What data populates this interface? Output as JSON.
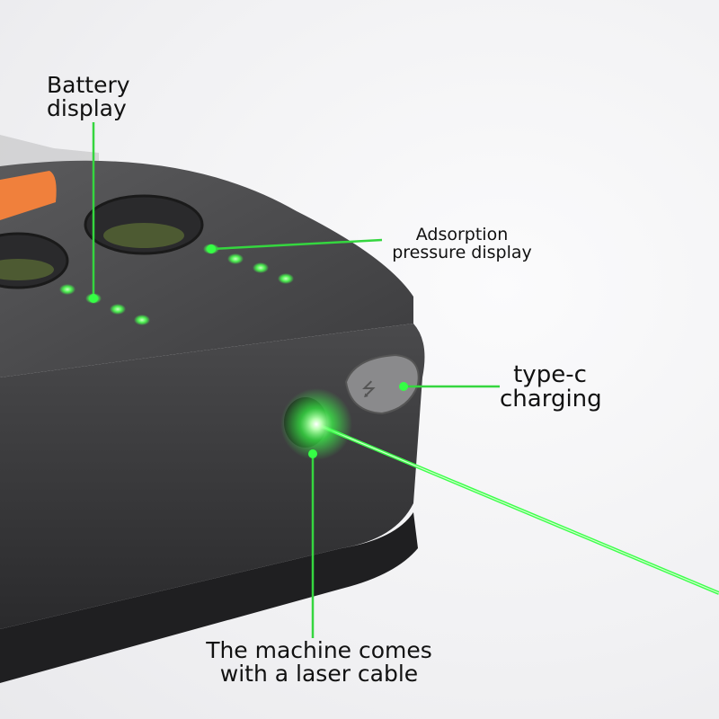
{
  "image": {
    "subject": "laser device with LED indicator displays",
    "background_color": "#f3f3f5",
    "device_body_color": "#3a3a3c",
    "accent_orange": "#f0803c",
    "indicator_green": "#3cff4a",
    "callout_line_color": "#35d63f"
  },
  "callouts": {
    "battery": {
      "line1": "Battery",
      "line2": "display"
    },
    "pressure": {
      "line1": "Adsorption",
      "line2": "pressure display"
    },
    "typec": {
      "line1": "type-c",
      "line2": "charging"
    },
    "laser": {
      "line1": "The machine comes",
      "line2": "with a laser cable"
    }
  },
  "indicators": {
    "battery_leds": 4,
    "pressure_leds": 4
  }
}
